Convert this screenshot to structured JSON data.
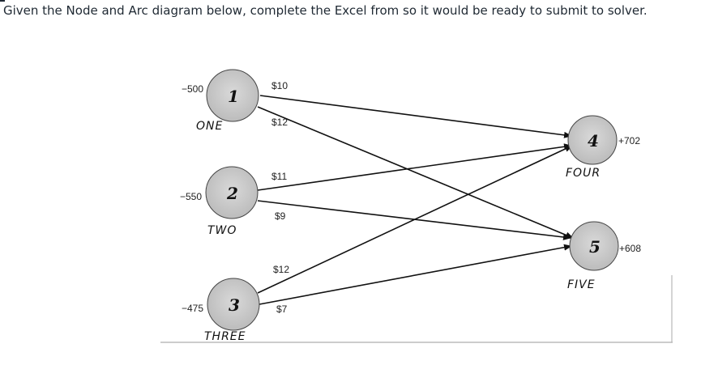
{
  "header": {
    "question": "Given the Node and Arc diagram below, complete the Excel from so it would be ready to submit to solver."
  },
  "diagram": {
    "nodes": [
      {
        "id": "1",
        "label": "1",
        "name": "ONE",
        "supply": "−500"
      },
      {
        "id": "2",
        "label": "2",
        "name": "TWO",
        "supply": "−550"
      },
      {
        "id": "3",
        "label": "3",
        "name": "THREE",
        "supply": "−475"
      },
      {
        "id": "4",
        "label": "4",
        "name": "FOUR",
        "supply": "+702"
      },
      {
        "id": "5",
        "label": "5",
        "name": "FIVE",
        "supply": "+608"
      }
    ],
    "arcs": [
      {
        "from": "1",
        "to": "4",
        "cost": "$10"
      },
      {
        "from": "1",
        "to": "5",
        "cost": "$12"
      },
      {
        "from": "2",
        "to": "4",
        "cost": "$11"
      },
      {
        "from": "2",
        "to": "5",
        "cost": "$9"
      },
      {
        "from": "3",
        "to": "4",
        "cost": "$12"
      },
      {
        "from": "3",
        "to": "5",
        "cost": "$7"
      }
    ]
  }
}
